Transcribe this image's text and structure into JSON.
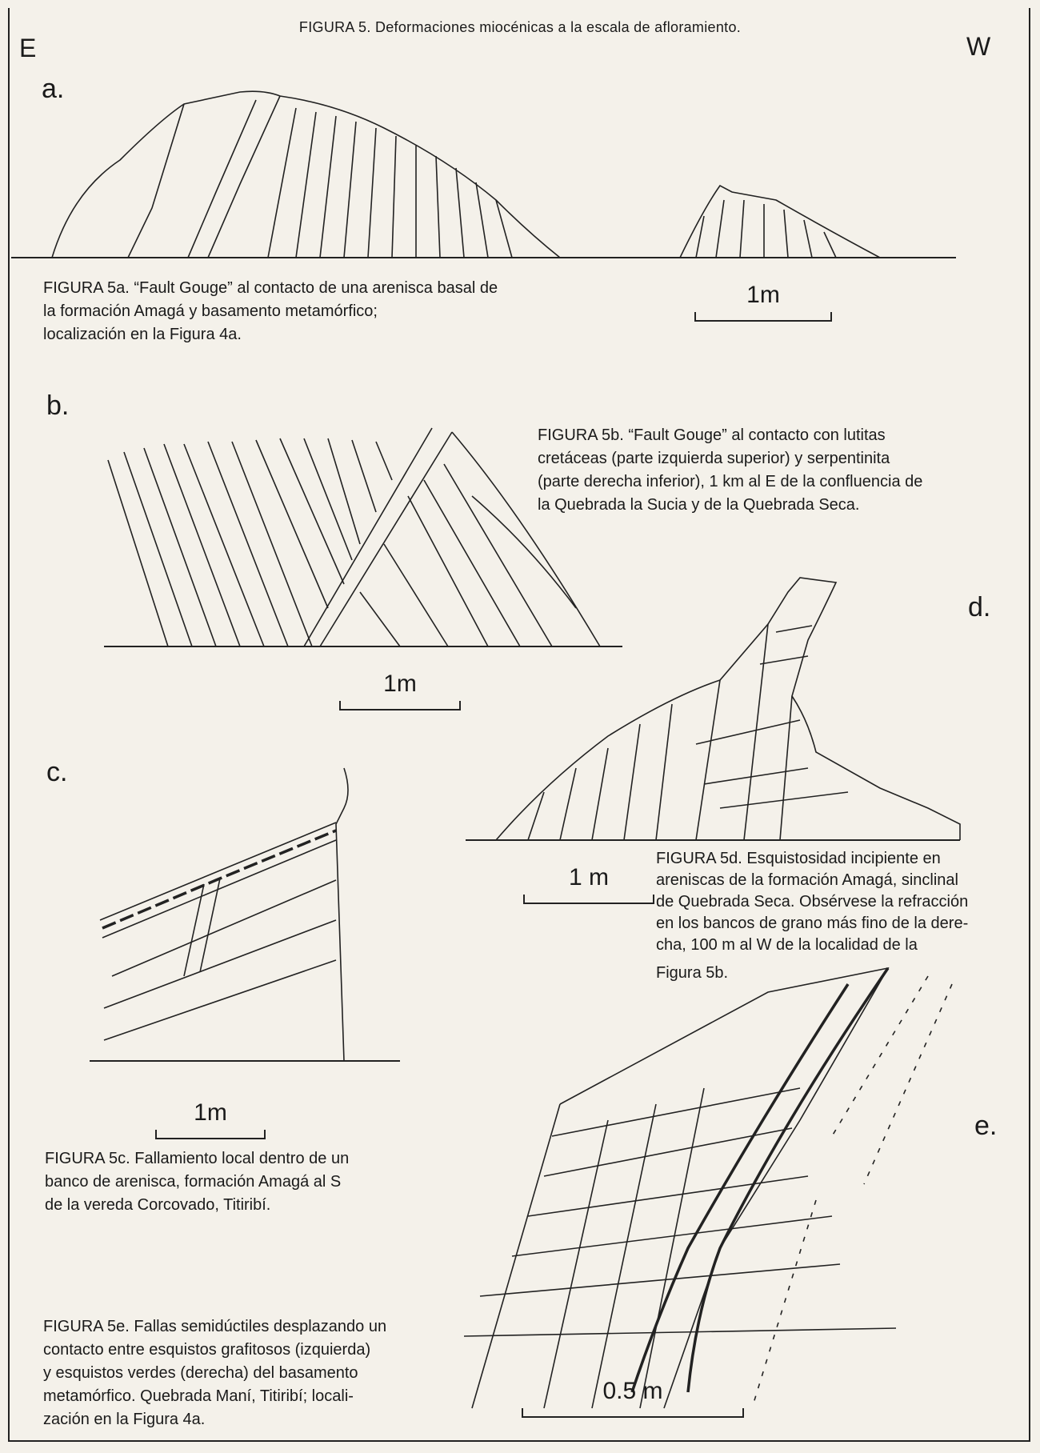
{
  "title": "FIGURA 5. Deformaciones miocénicas a la escala de afloramiento.",
  "directions": {
    "east": "E",
    "west": "W"
  },
  "panels": {
    "a": {
      "letter": "a.",
      "caption_lines": [
        "FIGURA 5a. “Fault Gouge” al contacto de una arenisca basal de",
        "la formación Amagá y  basamento metamórfico;",
        "localización en la Figura 4a."
      ],
      "scale": "1m"
    },
    "b": {
      "letter": "b.",
      "caption_lines": [
        "FIGURA 5b. “Fault Gouge” al contacto con lutitas",
        "cretáceas (parte izquierda superior) y serpentinita",
        "(parte derecha inferior), 1 km al E de la confluencia de",
        "la Quebrada la Sucia y de  la Quebrada Seca."
      ],
      "scale": "1m"
    },
    "c": {
      "letter": "c.",
      "caption_lines": [
        "FIGURA 5c. Fallamiento local dentro de un",
        "banco de arenisca, formación Amagá al S",
        "de la  vereda Corcovado, Titiribí."
      ],
      "scale": "1m"
    },
    "d": {
      "letter": "d.",
      "caption_lines": [
        "FIGURA 5d. Esquistosidad incipiente en",
        "areniscas de la formación Amagá, sinclinal",
        "de Quebrada Seca. Obsérvese la refracción",
        "en los bancos de grano más fino de la dere-",
        "cha, 100  m al W de la localidad de la",
        "Figura 5b."
      ],
      "scale": "1 m"
    },
    "e": {
      "letter": "e.",
      "caption_lines": [
        "FIGURA 5e. Fallas semidúctiles desplazando un",
        "contacto entre esquistos grafitosos (izquierda)",
        "y esquistos verdes (derecha) del basamento",
        "metamórfico. Quebrada Maní, Titiribí; locali-",
        "zación en la Figura 4a."
      ],
      "scale": "0.5 m"
    }
  }
}
